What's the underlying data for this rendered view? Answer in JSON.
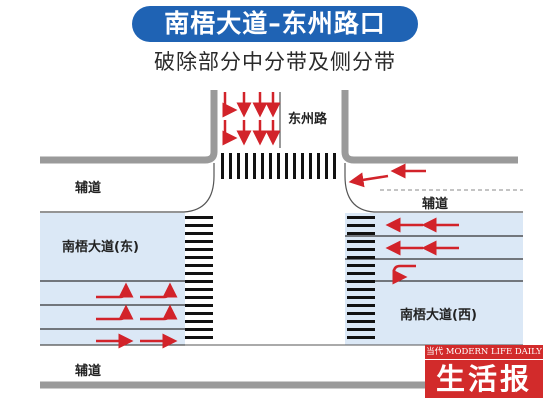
{
  "title": "南梧大道–东州路口",
  "subtitle": "破除部分中分带及侧分带",
  "labels": {
    "dongzhou_road": "东州路",
    "service_road_top": "辅道",
    "service_road_right": "辅道",
    "nanwu_east": "南梧大道(东)",
    "nanwu_west": "南梧大道(西)",
    "service_road_bottom": "辅道"
  },
  "logo": {
    "small": "当代 MODERN LIFE DAILY",
    "big": "生活报"
  },
  "colors": {
    "title_bg": "#1f63b4",
    "lane_fill": "#dbe8f6",
    "road_gray": "#9a9a9a",
    "arrow_red": "#d2232a",
    "logo_red": "#d22b2b"
  }
}
